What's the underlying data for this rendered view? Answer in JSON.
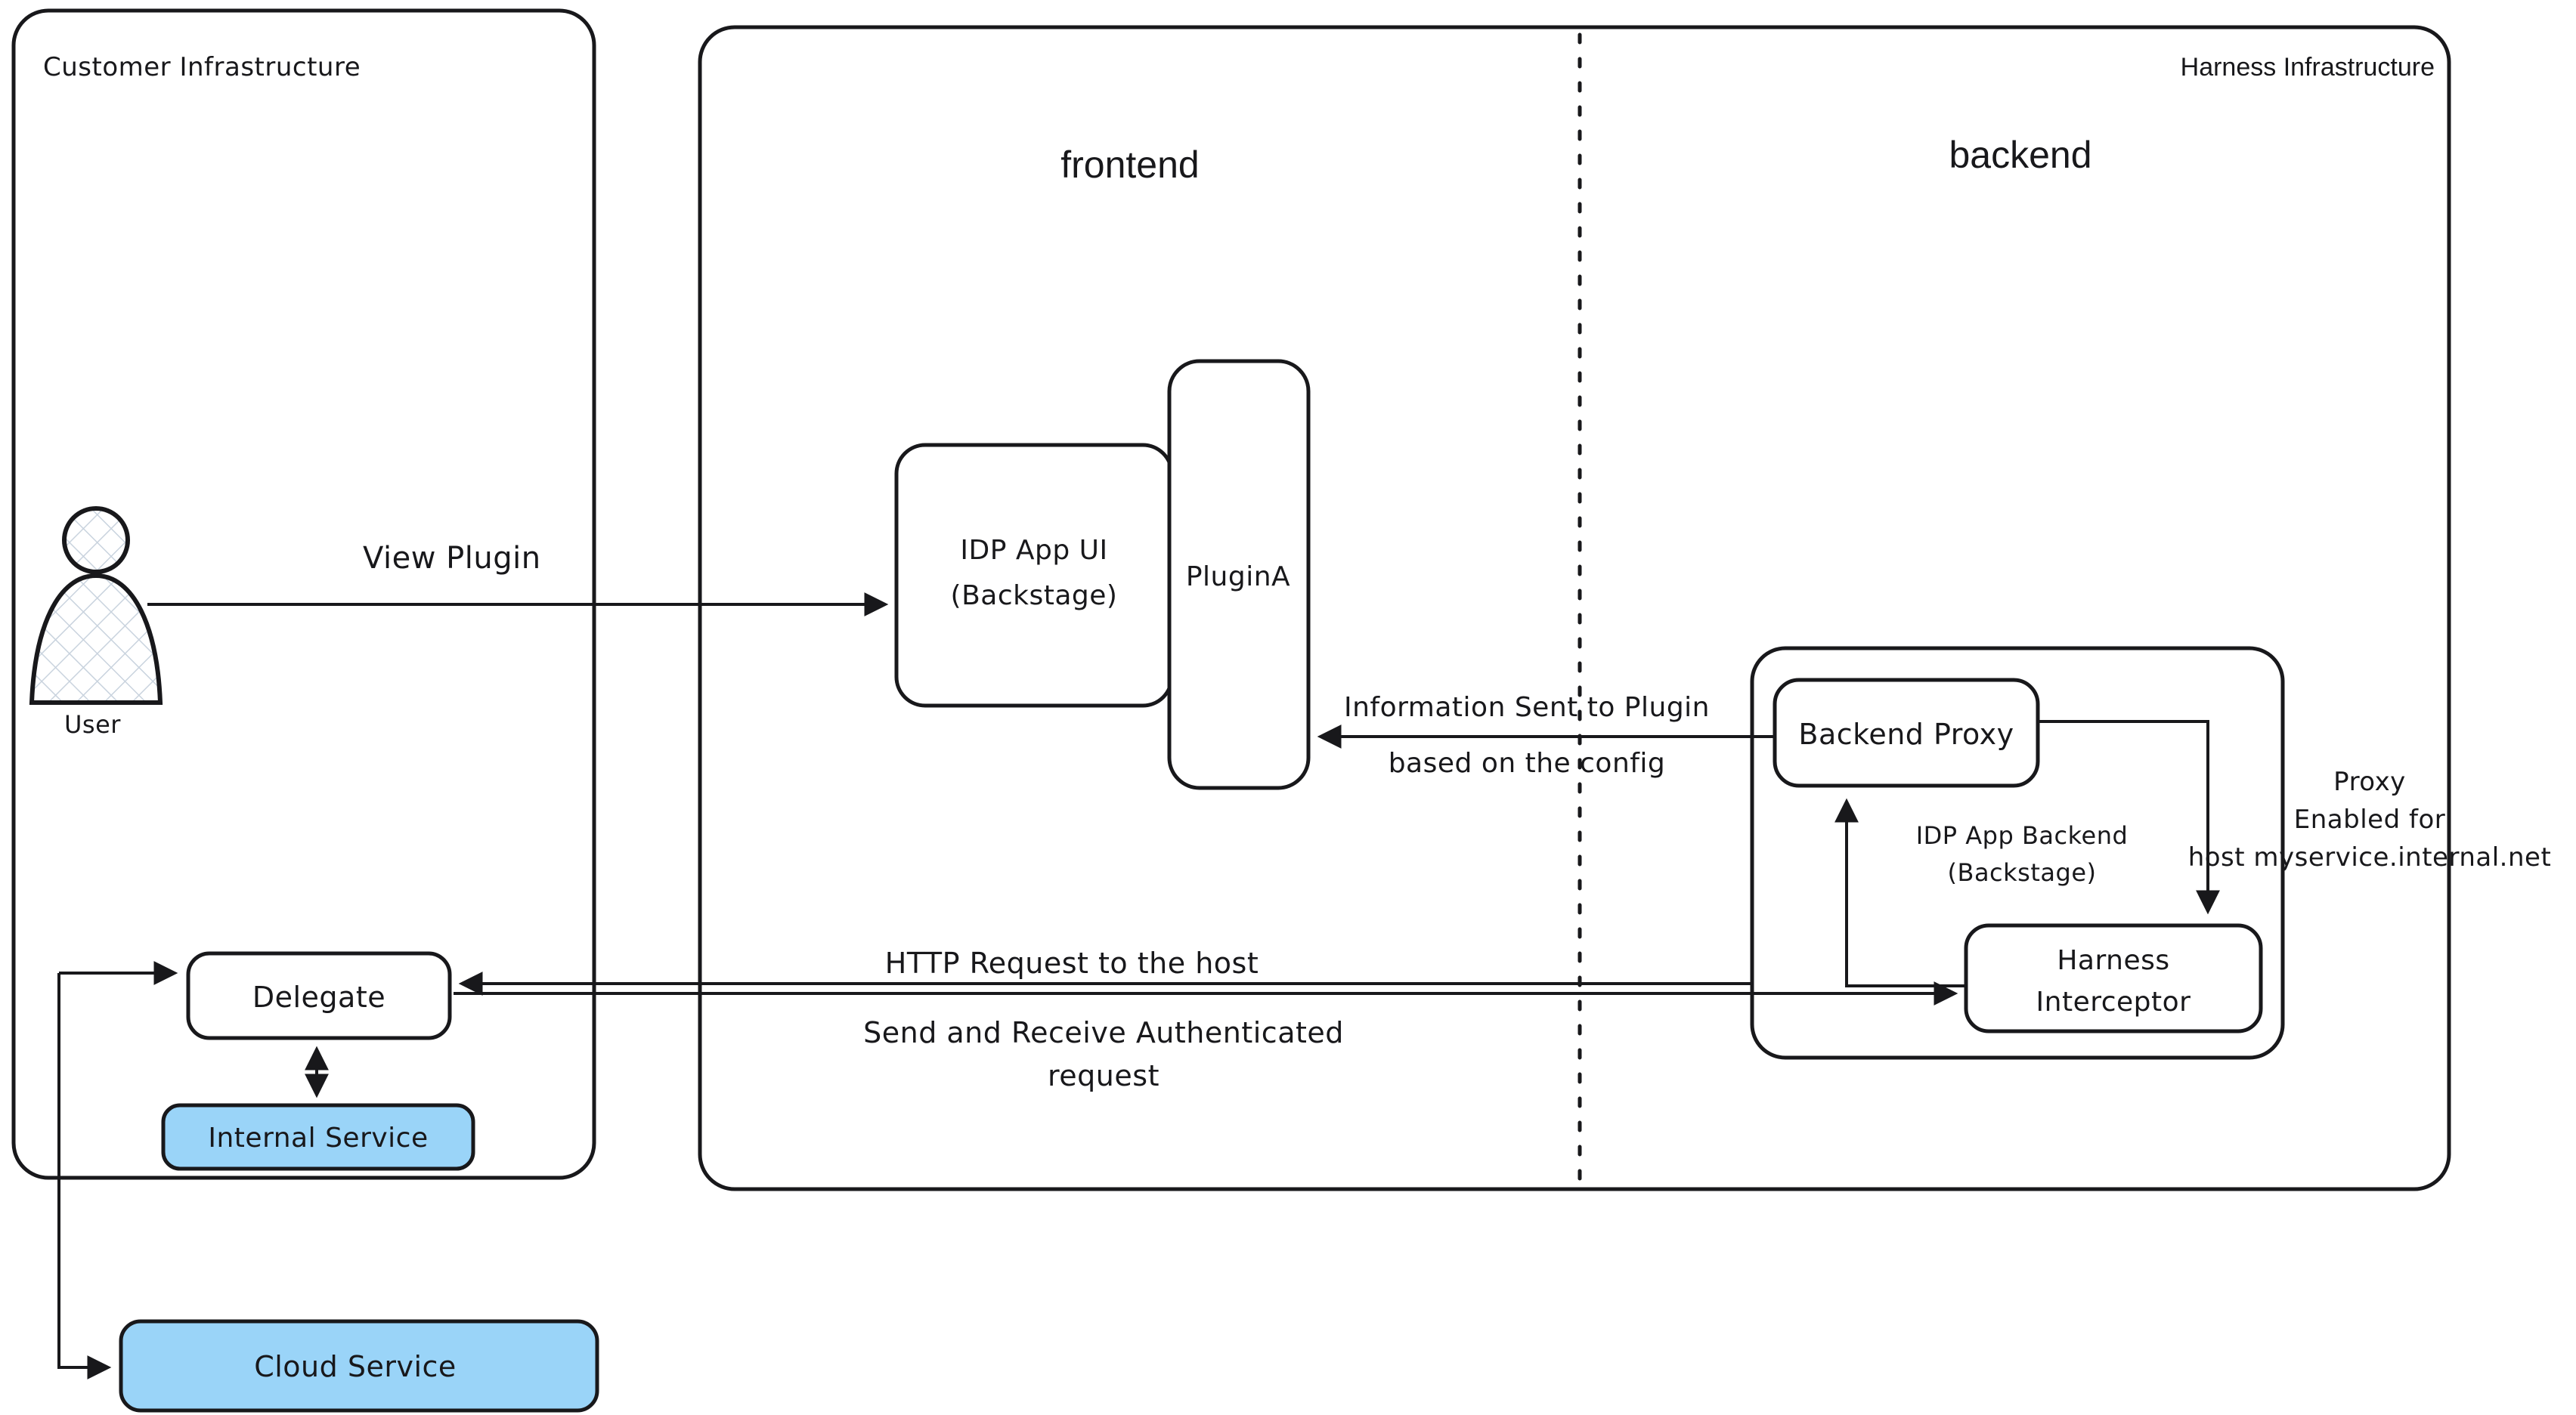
{
  "diagram": {
    "title": "Harness IDP Plugin Proxy Architecture",
    "accent_blue": "#9ad4f8",
    "ink": "#18181b",
    "background": "#ffffff"
  },
  "containers": {
    "customer_infra_label": "Customer Infrastructure",
    "harness_infra_label": "Harness Infrastructure",
    "frontend_label": "frontend",
    "backend_label": "backend"
  },
  "nodes": {
    "user": "User",
    "idp_app_ui": "IDP App UI",
    "idp_app_ui_sub": "(Backstage)",
    "plugin_a": "PluginA",
    "backend_proxy": "Backend Proxy",
    "idp_app_backend": "IDP App Backend",
    "idp_app_backend_sub": "(Backstage)",
    "harness_interceptor_line1": "Harness",
    "harness_interceptor_line2": "Interceptor",
    "delegate": "Delegate",
    "internal_service": "Internal Service",
    "cloud_service": "Cloud Service"
  },
  "edge_labels": {
    "view_plugin": "View Plugin",
    "info_sent_line1": "Information Sent to Plugin",
    "info_sent_line2": "based on the config",
    "http_request": "HTTP Request to the host",
    "send_receive_line1": "Send and Receive Authenticated",
    "send_receive_line2": "request",
    "proxy_note_line1": "Proxy",
    "proxy_note_line2": "Enabled for",
    "proxy_note_line3": "host myservice.internal.net"
  }
}
